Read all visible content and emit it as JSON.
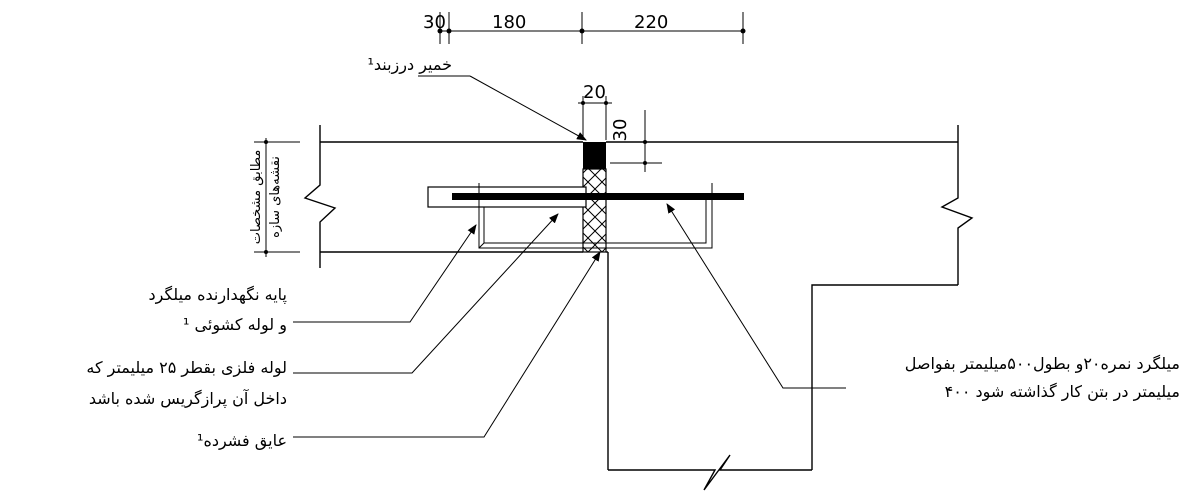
{
  "dimensions": {
    "top": [
      "30",
      "180",
      "220"
    ],
    "joint_width": "20",
    "sealant_depth": "30"
  },
  "labels": {
    "sealant": "خمیر درزبند¹",
    "side_note_line1": "مطابق مشخصات",
    "side_note_line2": "نقشه‌های سازه",
    "chair_line1": "پایه نگهدارنده میلگرد",
    "chair_line2": "و لوله کشوئی ¹",
    "pipe_line1": "لوله فلزی بقطر ۲۵ میلیمتر که",
    "pipe_line2": "داخل آن پرازگریس شده باشد",
    "filler": "عایق فشرده¹",
    "dowel_line1": "میلگرد نمره۲۰و بطول۵۰۰میلیمتر بفواصل",
    "dowel_line2": "۴۰۰ میلیمتر در بتن کار گذاشته شود"
  }
}
